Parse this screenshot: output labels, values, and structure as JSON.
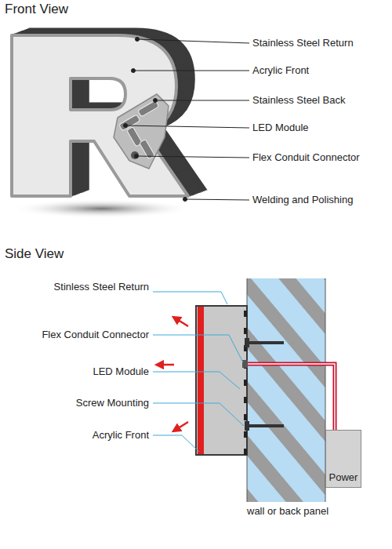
{
  "diagram": {
    "nodes": [
      {
        "text": [
          "Power"
        ]
      }
    ],
    "labels": [
      "Front View",
      "Stainless Steel Return",
      "Acrylic Front",
      "Stainless Steel Back",
      "LED Module",
      "Flex Conduit Connector",
      "Welding and Polishing",
      "Side View",
      "Stinless Steel Return",
      "Flex Conduit Connector",
      "LED Module",
      "Screw Mounting",
      "Acrylic Front",
      "wall or back panel"
    ]
  }
}
